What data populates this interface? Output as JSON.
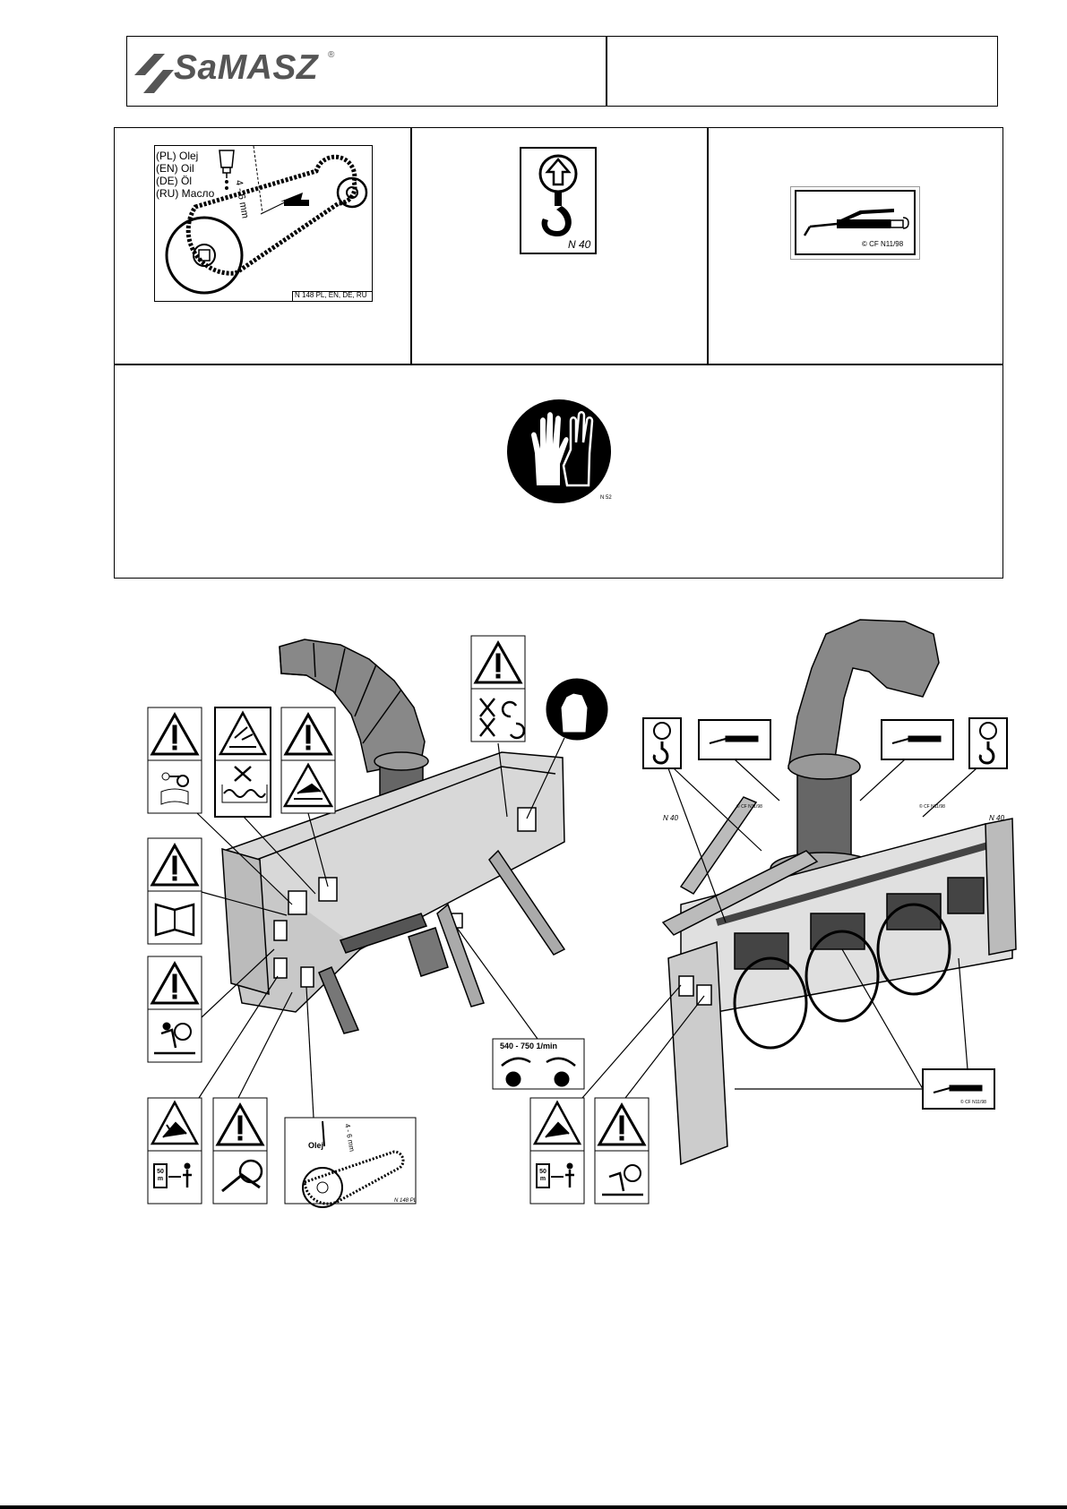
{
  "header": {
    "brand": "SaMASZ",
    "registered_mark": "®"
  },
  "decals_table": {
    "chain_oil": {
      "label_pl": "(PL) Olej",
      "label_en": "(EN) Oil",
      "label_de": "(DE) Öl",
      "label_ru": "(RU) Масло",
      "dimension": "4 - 6 mm",
      "code": "N 148 PL, EN, DE, RU"
    },
    "lifting_hook": {
      "code": "N 40"
    },
    "grease_gun": {
      "copyright": "© CF N11/98"
    },
    "gloves": {
      "code": "N 52"
    }
  },
  "diagram": {
    "oil_label": "Olej",
    "oil_dimension": "4 - 6 mm",
    "oil_code": "N 148 PL",
    "pto_speed": "540 - 750 1/min",
    "hook_code_left": "N 40",
    "hook_code_right": "N 40",
    "grease_code": "© CF N11/98",
    "distance_value": "50",
    "distance_unit": "m"
  }
}
